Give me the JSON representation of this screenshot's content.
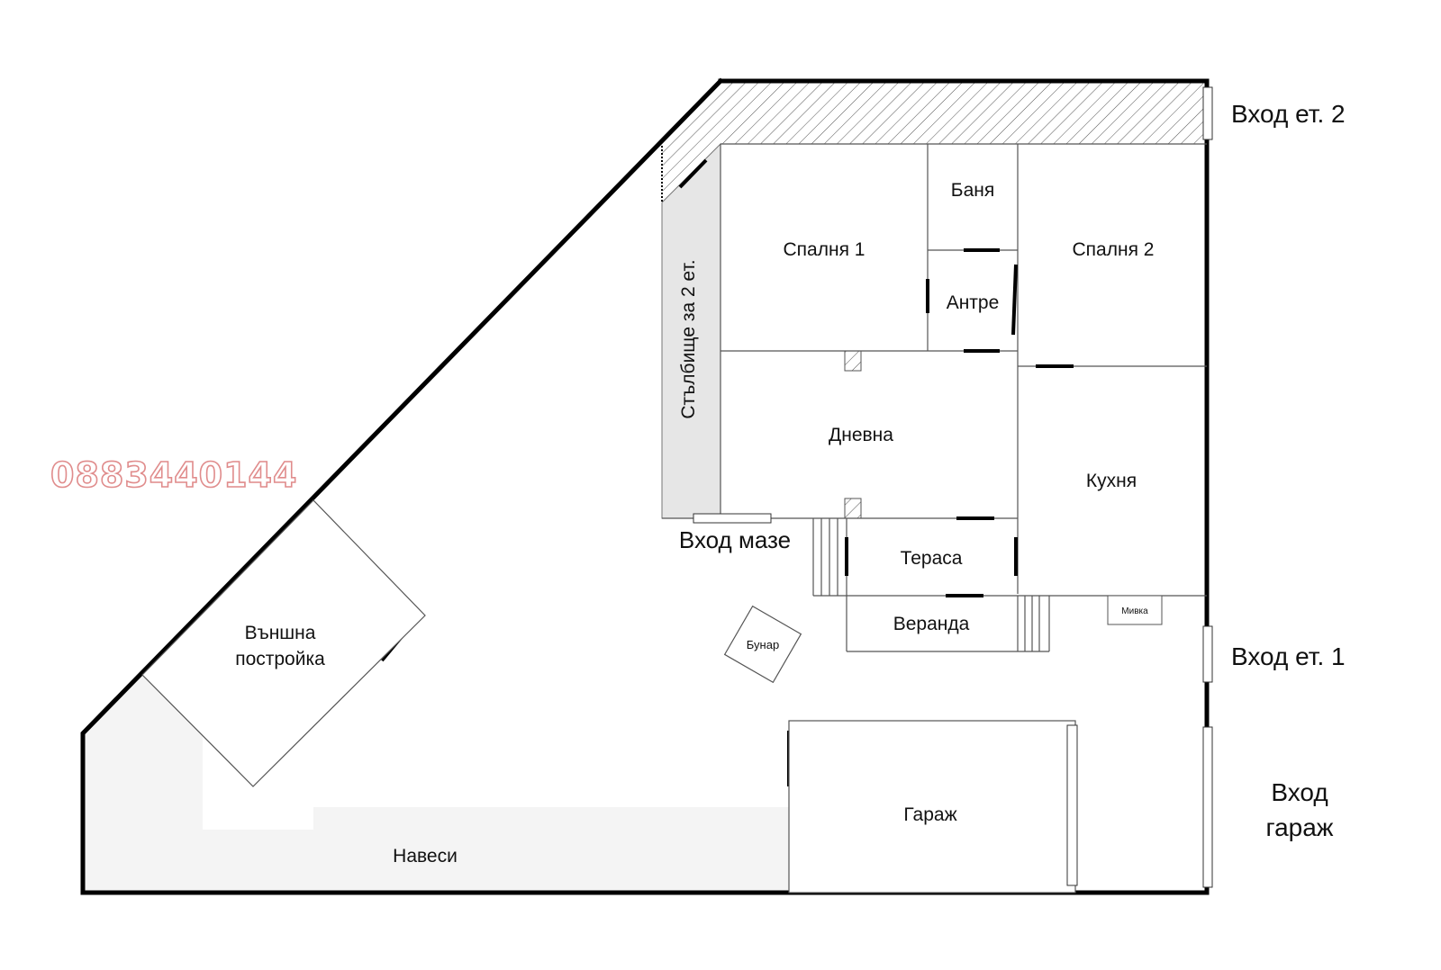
{
  "phone": "0883440144",
  "rooms": {
    "bedroom1": "Спалня 1",
    "bathroom": "Баня",
    "bedroom2": "Спалня 2",
    "hall": "Антре",
    "stairs": "Стълбище за 2 ет.",
    "living": "Дневна",
    "kitchen": "Кухня",
    "terrace": "Тераса",
    "veranda": "Веранда",
    "sink": "Мивка",
    "well": "Бунар",
    "outbuilding_line1": "Външна",
    "outbuilding_line2": "постройка",
    "sheds": "Навеси",
    "garage": "Гараж"
  },
  "entrances": {
    "floor2": "Вход ет. 2",
    "floor1": "Вход ет. 1",
    "garage_line1": "Вход",
    "garage_line2": "гараж",
    "basement": "Вход мазе"
  },
  "colors": {
    "wall": "#000000",
    "shade": "#e6e6e6",
    "shed_fill": "#f4f4f4",
    "watermark": "#e08c8c"
  }
}
